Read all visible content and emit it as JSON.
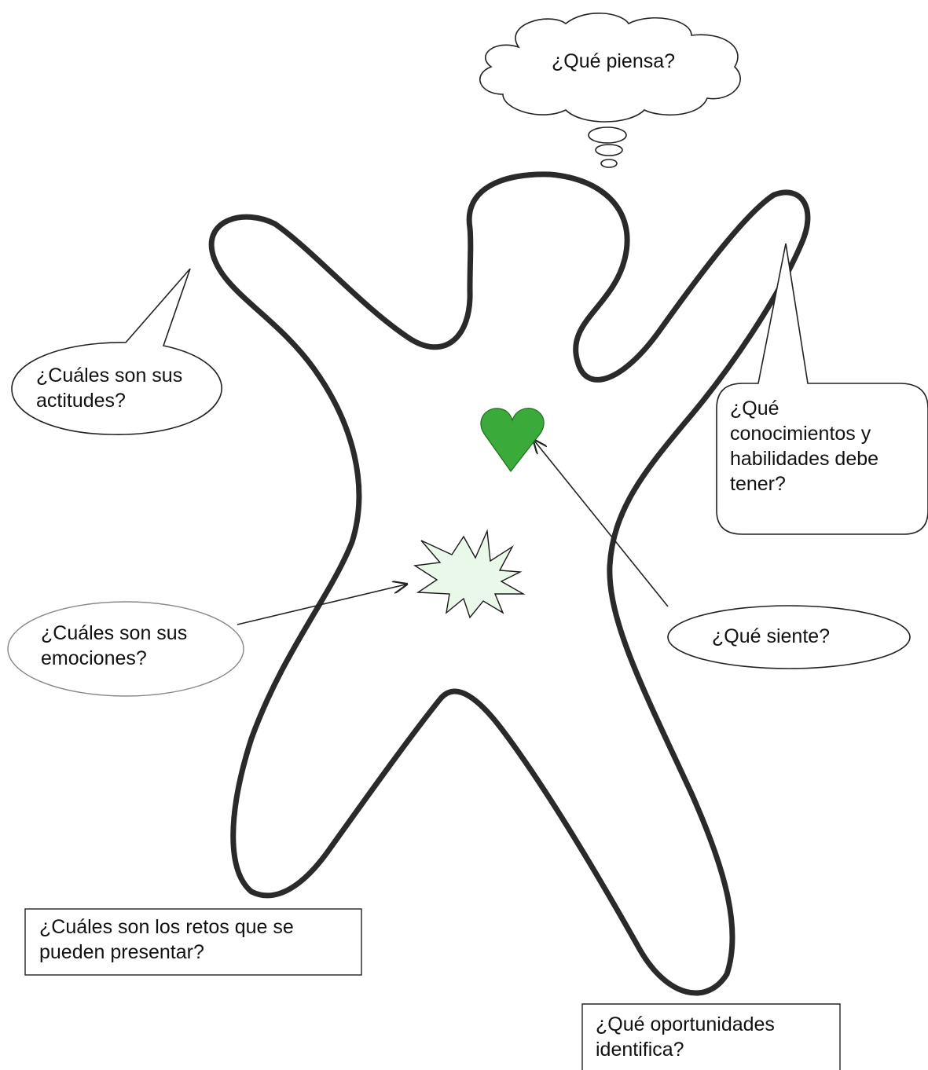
{
  "diagram": {
    "thinks": {
      "lines": [
        "¿Qué piensa?"
      ]
    },
    "attitudes": {
      "lines": [
        "¿Cuáles son sus",
        "actitudes?"
      ]
    },
    "knowledge": {
      "lines": [
        "¿Qué",
        "conocimientos y",
        "habilidades debe",
        "tener?"
      ]
    },
    "emotions": {
      "lines": [
        "¿Cuáles son sus",
        "emociones?"
      ]
    },
    "feels": {
      "lines": [
        "¿Qué siente?"
      ]
    },
    "challenges": {
      "lines": [
        "¿Cuáles son los retos que se",
        "pueden presentar?"
      ]
    },
    "opportunities": {
      "lines": [
        "¿Qué oportunidades",
        "identifica?"
      ]
    }
  },
  "colors": {
    "outline": "#2a2a2a",
    "heart": "#3aaa3a",
    "burst": "#eaf8ea"
  },
  "icons": [
    "thought-cloud-icon",
    "heart-icon",
    "starburst-icon"
  ]
}
